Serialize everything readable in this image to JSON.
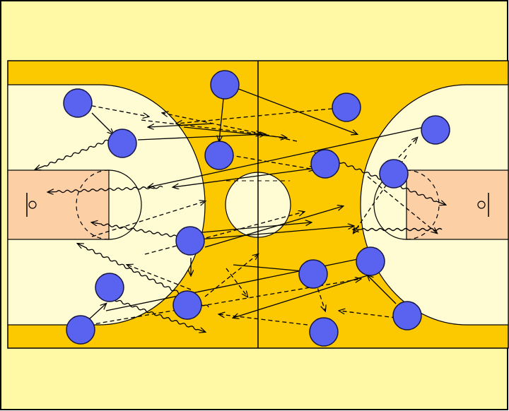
{
  "diagram": {
    "type": "basketball-drill",
    "colors": {
      "page_background": "#FFF9A6",
      "court": "#FCC800",
      "halfcourt_zone": "#FFFBD2",
      "paint": "#FCCFA4",
      "center_circle": "#FFFBD2",
      "lines": "#000000",
      "player_fill": "#5963F0",
      "player_stroke": "#151545"
    },
    "players": [
      {
        "id": "p1"
      },
      {
        "id": "p2"
      },
      {
        "id": "p3"
      },
      {
        "id": "p4"
      },
      {
        "id": "p5"
      },
      {
        "id": "p6"
      },
      {
        "id": "p7"
      },
      {
        "id": "p8"
      },
      {
        "id": "p9"
      },
      {
        "id": "p10"
      },
      {
        "id": "p11"
      },
      {
        "id": "p12"
      },
      {
        "id": "p13"
      },
      {
        "id": "p14"
      },
      {
        "id": "p15"
      },
      {
        "id": "p16"
      },
      {
        "id": "p17"
      }
    ],
    "movement_types": [
      "cut",
      "pass",
      "dribble"
    ]
  }
}
